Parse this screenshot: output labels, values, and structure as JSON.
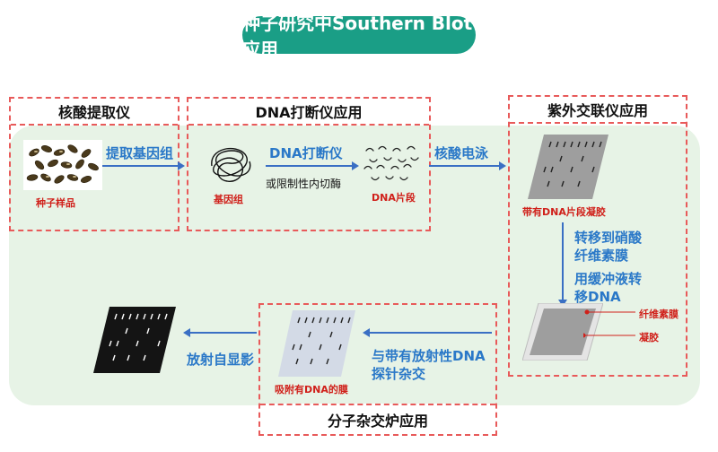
{
  "title": "种子研究中Southern Blot应用",
  "boxes": {
    "extraction": "核酸提取仪",
    "fragmentation": "DNA打断仪应用",
    "crosslinker": "紫外交联仪应用",
    "hybridization": "分子杂交炉应用"
  },
  "labels": {
    "seed_sample": "种子样品",
    "genome": "基因组",
    "dna_fragment": "DNA片段",
    "gel_with_fragments": "带有DNA片段凝胶",
    "nitrocellulose": "纤维素膜",
    "gel": "凝胶",
    "membrane_with_dna": "吸附有DNA的膜"
  },
  "steps": {
    "extract_genome": "提取基因组",
    "dna_shear": "DNA打断仪",
    "or_restriction": "或限制性内切酶",
    "electrophoresis": "核酸电泳",
    "transfer_1": "转移到硝酸",
    "transfer_2": "纤维素膜",
    "buffer_1": "用缓冲液转",
    "buffer_2": "移DNA",
    "probe_1": "与带有放射性DNA",
    "probe_2": "探针杂交",
    "autoradiography": "放射自显影"
  },
  "colors": {
    "title_bg": "#1a9e86",
    "dashed_border": "#e85a5a",
    "arrow_blue": "#3a6fc4",
    "step_text_blue": "#2a78c8",
    "label_red": "#d0201a",
    "panel_green": "#e7f3e6"
  }
}
